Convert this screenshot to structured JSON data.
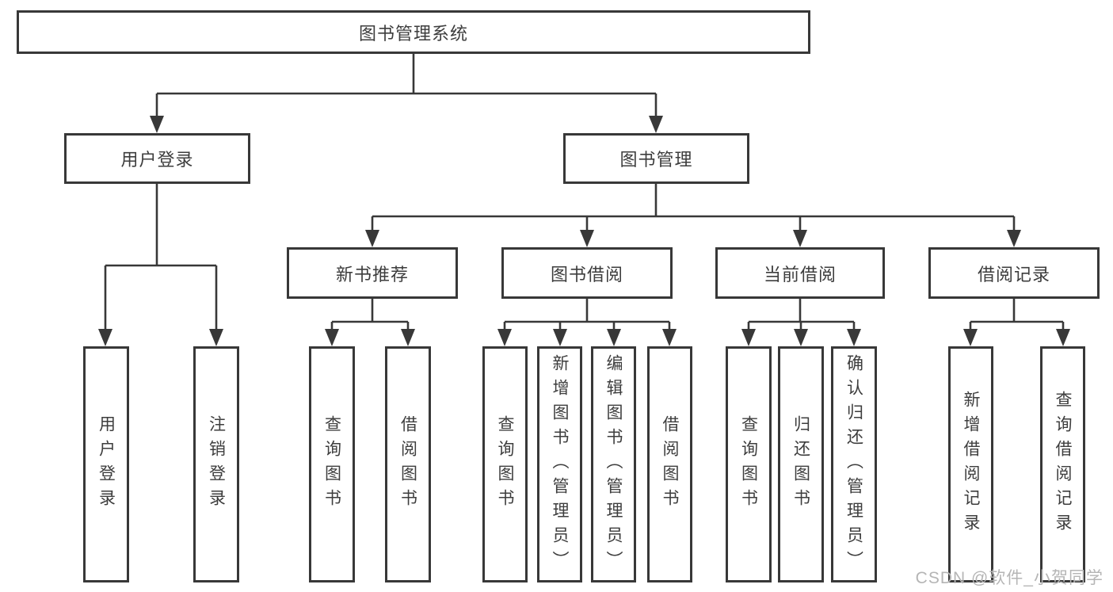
{
  "diagram": {
    "root": {
      "label": "图书管理系统"
    },
    "branches": [
      {
        "label": "用户登录",
        "children": [
          {
            "label": "用户登录"
          },
          {
            "label": "注销登录"
          }
        ]
      },
      {
        "label": "图书管理",
        "children": [
          {
            "label": "新书推荐",
            "children": [
              {
                "label": "查询图书"
              },
              {
                "label": "借阅图书"
              }
            ]
          },
          {
            "label": "图书借阅",
            "children": [
              {
                "label": "查询图书"
              },
              {
                "label": "新增图书（管理员）"
              },
              {
                "label": "编辑图书（管理员）"
              },
              {
                "label": "借阅图书"
              }
            ]
          },
          {
            "label": "当前借阅",
            "children": [
              {
                "label": "查询图书"
              },
              {
                "label": "归还图书"
              },
              {
                "label": "确认归还（管理员）"
              }
            ]
          },
          {
            "label": "借阅记录",
            "children": [
              {
                "label": "新增借阅记录"
              },
              {
                "label": "查询借阅记录"
              }
            ]
          }
        ]
      }
    ],
    "watermark": "CSDN @软件_小贺同学",
    "colors": {
      "line": "#383838",
      "text": "#3d3d3d",
      "watermark": "#b5b5b5",
      "background": "#ffffff"
    }
  }
}
